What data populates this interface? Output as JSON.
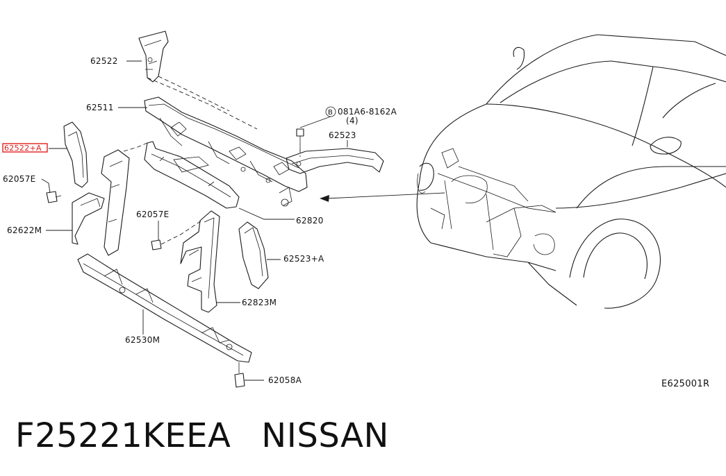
{
  "labels": {
    "p62522": "62522",
    "p62511": "62511",
    "p62523": "62523",
    "p62522a": "62522+A",
    "p62057e_left": "62057E",
    "p62057e_mid": "62057E",
    "p62622m": "62622M",
    "p62820": "62820",
    "p62523a": "62523+A",
    "p62823m": "62823M",
    "p62530m": "62530M",
    "p62058a": "62058A",
    "bolt_marker": "B",
    "bolt_part": "081A6-8162A",
    "bolt_qty": "(4)",
    "drawing_code": "E625001R"
  },
  "highlight_color": "#e02020",
  "footer": {
    "part_number": "F25221KEEA",
    "brand": "NISSAN"
  }
}
